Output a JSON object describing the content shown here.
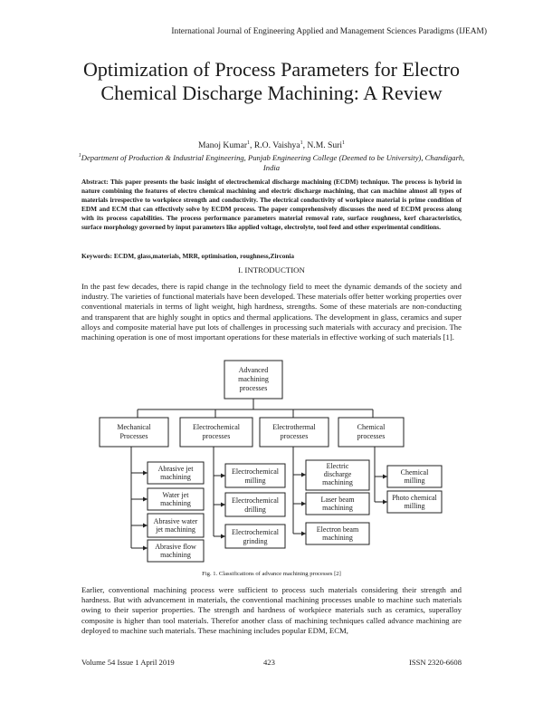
{
  "header": {
    "journal": "International Journal of Engineering Applied and Management Sciences Paradigms (IJEAM)"
  },
  "paper": {
    "title": "Optimization of Process Parameters for Electro Chemical Discharge Machining: A Review",
    "authors": [
      {
        "name": "Manoj Kumar",
        "sup": "1",
        "sep": ", "
      },
      {
        "name": "R.O. Vaishya",
        "sup": "1",
        "sep": ", "
      },
      {
        "name": "N.M. Suri",
        "sup": "1",
        "sep": ""
      }
    ],
    "affiliation_sup": "1",
    "affiliation": "Department of Production & Industrial Engineering, Punjab Engineering College (Deemed to be University), Chandigarh, India"
  },
  "abstract": {
    "label": "Abstract:",
    "text": "This paper presents the basic insight of electrochemical discharge machining (ECDM) technique. The process is hybrid in nature combining the features of electro chemical machining and electric discharge machining, that can machine almost all types of materials irrespective to workpiece strength and conductivity. The electrical conductivity of workpiece material is prime condition of EDM and ECM that can effectively solve by ECDM process. The paper comprehensively discusses the need of ECDM process along with its process capabilities. The process performance parameters material removal rate, surface roughness, kerf characteristics, surface morphology governed by input parameters like applied voltage, electrolyte, tool feed and other experimental conditions."
  },
  "keywords": {
    "label": "Keywords:",
    "text": "ECDM, glass,materials, MRR, optimisation, roughness,Zirconia"
  },
  "section1": {
    "heading": "I. INTRODUCTION",
    "para1": "In the past few decades, there is rapid change in the technology field to meet the dynamic demands of the society and industry. The varieties of functional materials have been developed. These materials offer better working properties over conventional materials in terms of light weight, high hardness, strengths. Some of these materials are non-conducting and transparent that are highly sought in optics and thermal applications. The development in glass, ceramics and super alloys and composite material have put lots of challenges in processing such materials with accuracy and precision. The machining operation is one of most important operations for these materials in effective working of such materials [1].",
    "para2": "Earlier, conventional machining process were sufficient to process such materials considering their strength and hardness. But with advancement in materials, the conventional machining processes unable to machine such materials owing to their superior properties. The strength and hardness of workpiece materials such as ceramics, superalloy composite is higher than tool materials. Therefor another class of machining techniques called advance machining are deployed to machine such materials. These machining includes popular EDM, ECM,"
  },
  "figure": {
    "root": [
      "Advanced",
      "machining",
      "processes"
    ],
    "categories": [
      {
        "lines": [
          "Mechanical",
          "Processes"
        ]
      },
      {
        "lines": [
          "Electrochemical",
          "processes"
        ]
      },
      {
        "lines": [
          "Electrothermal",
          "processes"
        ]
      },
      {
        "lines": [
          "Chemical",
          "processes"
        ]
      }
    ],
    "mechanical": [
      {
        "lines": [
          "Abrasive jet",
          "machining"
        ]
      },
      {
        "lines": [
          "Water jet",
          "machining"
        ]
      },
      {
        "lines": [
          "Abrasive water",
          "jet machining"
        ]
      },
      {
        "lines": [
          "Abrasive flow",
          "machining"
        ]
      }
    ],
    "electrochemical": [
      {
        "lines": [
          "Electrochemical",
          "milling"
        ]
      },
      {
        "lines": [
          "Electrochemical",
          "drilling"
        ]
      },
      {
        "lines": [
          "Electrochemical",
          "grinding"
        ]
      }
    ],
    "electrothermal": [
      {
        "lines": [
          "Electric",
          "discharge",
          "machining"
        ]
      },
      {
        "lines": [
          "Laser beam",
          "machining"
        ]
      },
      {
        "lines": [
          "Electron beam",
          "machining"
        ]
      }
    ],
    "chemical": [
      {
        "lines": [
          "Chemical",
          "milling"
        ]
      },
      {
        "lines": [
          "Photo chemical",
          "milling"
        ]
      }
    ],
    "caption": "Fig. 1. Classifications of advance machining processes [2]"
  },
  "footer": {
    "volume": "Volume 54 Issue 1 April 2019",
    "page": "423",
    "issn": "ISSN 2320-6608"
  }
}
